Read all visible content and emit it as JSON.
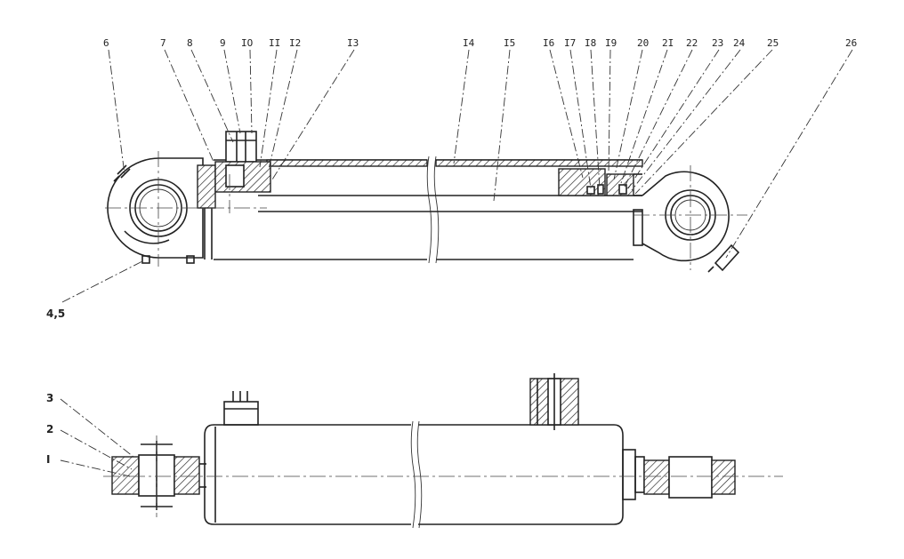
{
  "drawing": {
    "top_view_labels": [
      "6",
      "7",
      "8",
      "9",
      "IO",
      "II",
      "I2",
      "I3",
      "I4",
      "I5",
      "I6",
      "I7",
      "I8",
      "I9",
      "20",
      "2I",
      "22",
      "23",
      "24",
      "25",
      "26"
    ],
    "top_view_bottom_label": "4,5",
    "bottom_view_labels": [
      "3",
      "2",
      "I"
    ]
  }
}
